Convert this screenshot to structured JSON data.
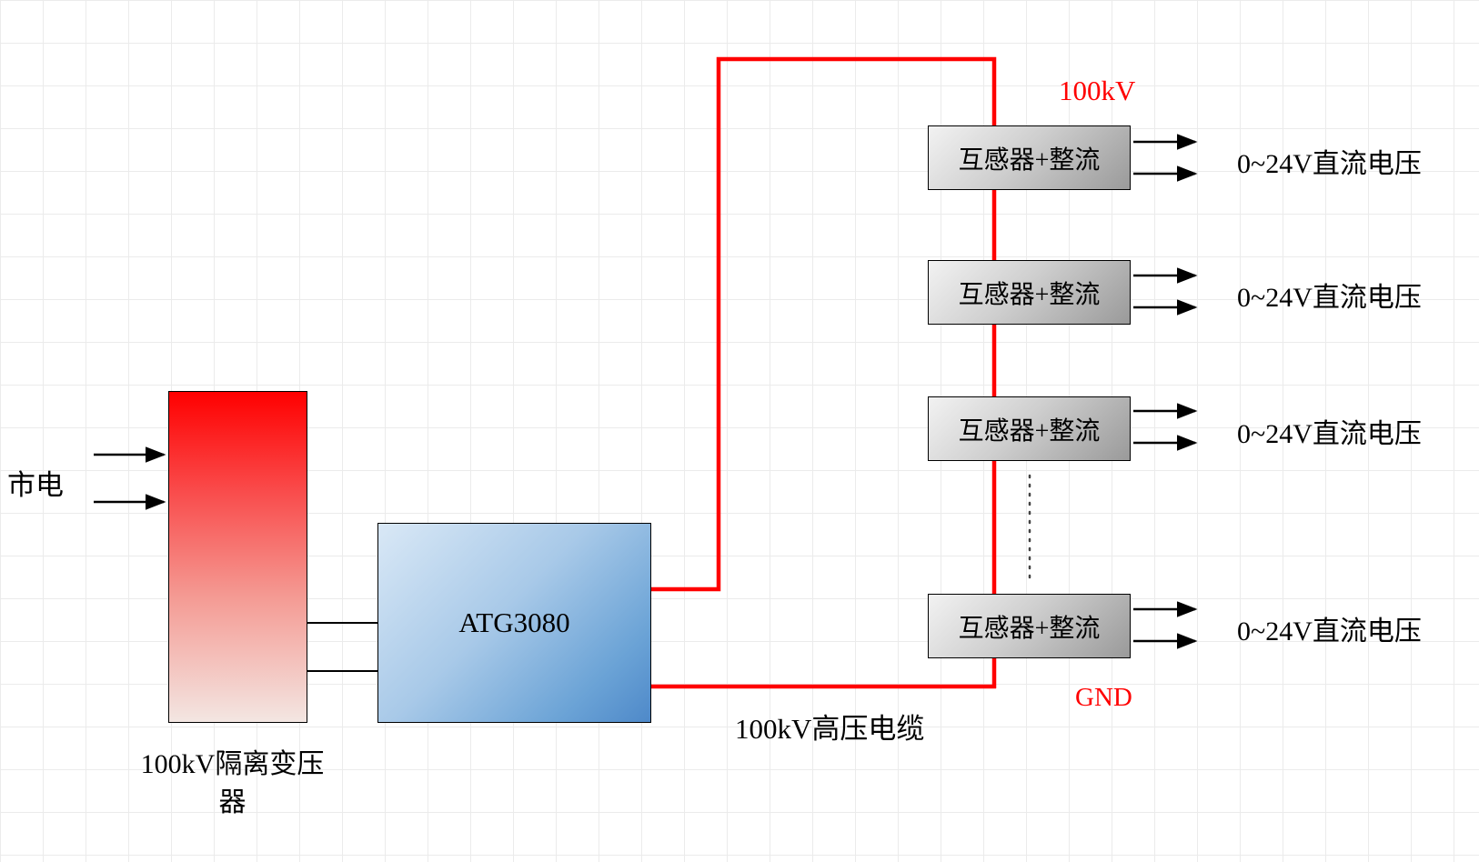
{
  "diagram": {
    "labels": {
      "mains": "市电",
      "transformer": "100kV隔离变压器",
      "controller": "ATG3080",
      "cable": "100kV高压电缆",
      "hv": "100kV",
      "gnd": "GND"
    },
    "modules": [
      {
        "label": "互感器+整流",
        "output": "0~24V直流电压"
      },
      {
        "label": "互感器+整流",
        "output": "0~24V直流电压"
      },
      {
        "label": "互感器+整流",
        "output": "0~24V直流电压"
      },
      {
        "label": "互感器+整流",
        "output": "0~24V直流电压"
      }
    ],
    "colors": {
      "hv_line": "#ff0000",
      "signal_line": "#000000",
      "transformer_top": "#ff0000",
      "controller_fill": "#6ba3d6",
      "module_fill": "#bdbdbd",
      "grid_line": "#ebebeb"
    }
  }
}
